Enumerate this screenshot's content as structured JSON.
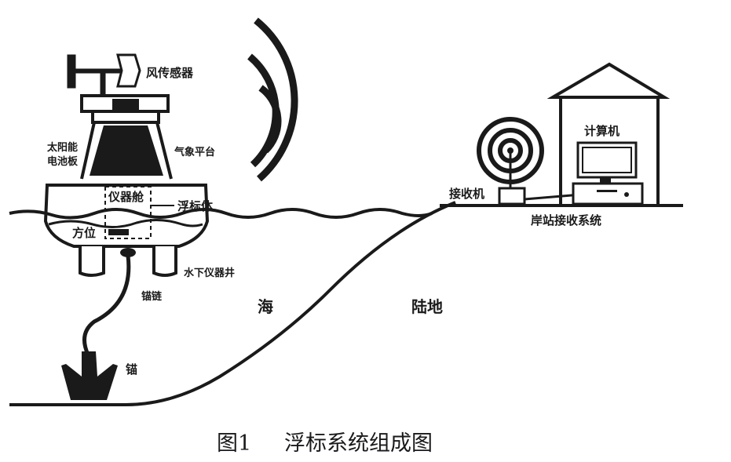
{
  "labels": {
    "wind_sensor": "风传感器",
    "solar_panel_line1": "太阳能",
    "solar_panel_line2": "电池板",
    "weather_platform": "气象平台",
    "instrument_cabin": "仪器舱",
    "buoy_body": "浮标体",
    "compass": "方位",
    "underwater_well": "水下仪器井",
    "anchor_chain": "锚链",
    "anchor": "锚",
    "sea": "海",
    "land": "陆地",
    "receiver": "接收机",
    "computer": "计算机",
    "shore_station": "岸站接收系统"
  },
  "caption": {
    "number": "图1",
    "title": "浮标系统组成图"
  },
  "colors": {
    "ink": "#1a1a1a",
    "background": "#ffffff"
  }
}
